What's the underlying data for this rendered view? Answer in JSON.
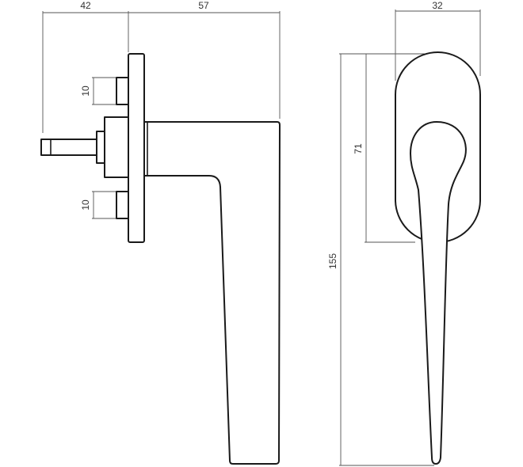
{
  "side_view": {
    "dims": {
      "left_width": "42",
      "right_width": "57",
      "upper_stud": "10",
      "lower_stud": "10"
    }
  },
  "front_view": {
    "dims": {
      "width": "32",
      "height": "155",
      "rose_height": "71"
    }
  },
  "colors": {
    "line": "#1a1a1a",
    "dimension": "#555555",
    "background": "#ffffff"
  }
}
